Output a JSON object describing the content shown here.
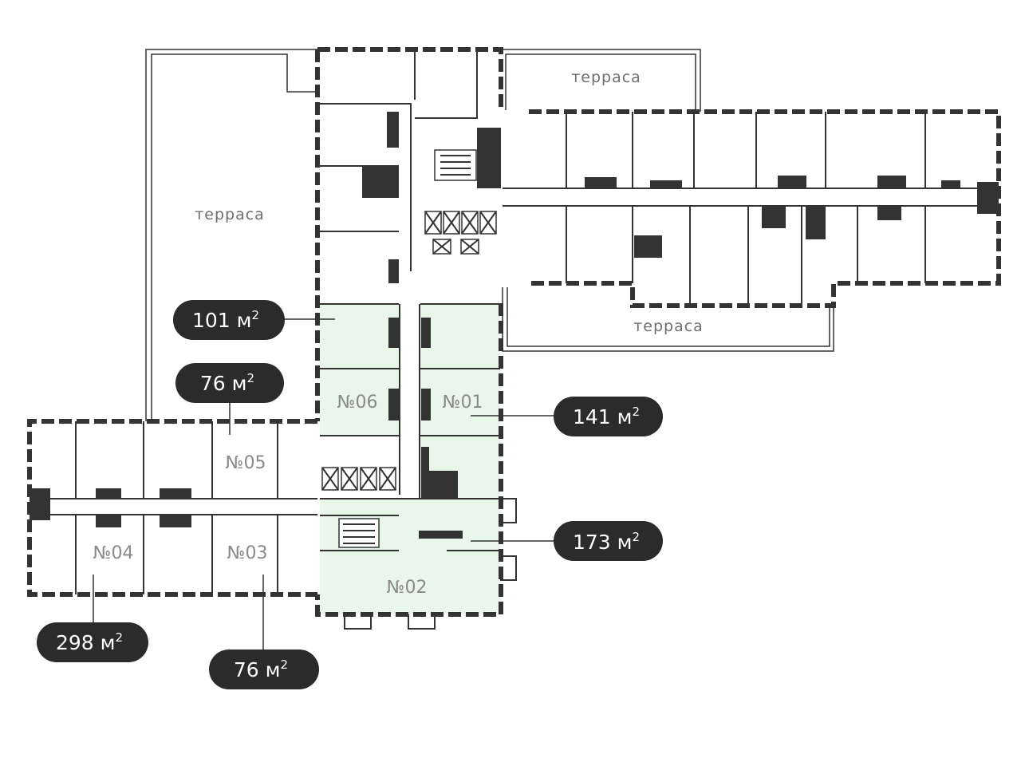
{
  "terraces": [
    {
      "id": "terrace-top",
      "label": "терраса"
    },
    {
      "id": "terrace-left",
      "label": "терраса"
    },
    {
      "id": "terrace-right",
      "label": "терраса"
    }
  ],
  "units": [
    {
      "id": "unit-01",
      "label": "№01",
      "area_value": "141 м",
      "area_sup": "2",
      "highlighted": true
    },
    {
      "id": "unit-02",
      "label": "№02",
      "area_value": "173 м",
      "area_sup": "2",
      "highlighted": true
    },
    {
      "id": "unit-03",
      "label": "№03",
      "area_value": "76 м",
      "area_sup": "2",
      "highlighted": false
    },
    {
      "id": "unit-04",
      "label": "№04",
      "area_value": "298 м",
      "area_sup": "2",
      "highlighted": false
    },
    {
      "id": "unit-05",
      "label": "№05",
      "area_value": "76 м",
      "area_sup": "2",
      "highlighted": false
    },
    {
      "id": "unit-06",
      "label": "№06",
      "area_value": "101 м",
      "area_sup": "2",
      "highlighted": true
    }
  ],
  "colors": {
    "highlight": "#e8f7e9",
    "wall": "#333333",
    "pill": "#2b2b2b",
    "pill_text": "#ffffff"
  }
}
